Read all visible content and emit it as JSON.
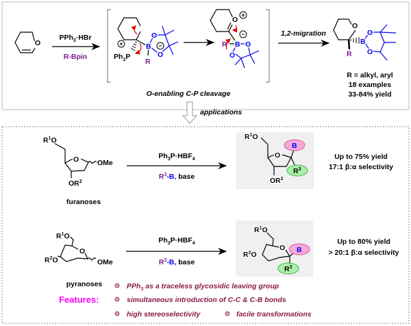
{
  "top": {
    "reagent1": {
      "pre": "PPh",
      "sub": "3",
      "post": "·HBr"
    },
    "reagent2": "R-Bpin",
    "o_label": "O",
    "b_label": "B",
    "r_label": "R",
    "ph3p": {
      "pre": "Ph",
      "sub": "3",
      "post": "P"
    },
    "plus": "+",
    "minus": "−",
    "migration": "1,2-migration",
    "cleavage": "O-enabling C-P cleavage",
    "scope": [
      "R = alkyl, aryl",
      "18 examples",
      "33-84% yield"
    ],
    "applications": "applications"
  },
  "rows": [
    {
      "substrate_name": "furanoses",
      "r1o": {
        "r": "R",
        "sup": "1",
        "o": "O"
      },
      "or2": {
        "o": "OR",
        "sup": "2"
      },
      "ome": "OMe",
      "reagent_top": {
        "pre": "Ph",
        "sub": "3",
        "mid": "P·HBF",
        "sub2": "4"
      },
      "reagent_bottom": {
        "r": "R",
        "sup": "3",
        "b": "-B,",
        "base": " base"
      },
      "yield": "Up to 75% yield",
      "selectivity": "17:1 β:α selectivity"
    },
    {
      "substrate_name": "pyranoses",
      "r1o": {
        "r": "R",
        "sup": "1",
        "o": "O"
      },
      "r2o": {
        "r": "R",
        "sup": "2",
        "o": "O"
      },
      "ome": "OMe",
      "reagent_top": {
        "pre": "Ph",
        "sub": "3",
        "mid": "P·HBF",
        "sub2": "4"
      },
      "reagent_bottom": {
        "r": "R",
        "sup": "3",
        "b": "-B,",
        "base": " base"
      },
      "yield": "Up to 80% yield",
      "selectivity": "> 20:1 β:α selectivity"
    }
  ],
  "features": {
    "title": "Features:",
    "items": [
      {
        "pre": "PPh",
        "sub": "3",
        "post": " as a traceless glycosidic leaving group"
      },
      {
        "text": "simultaneous introduction of C-C & C-B bonds"
      },
      {
        "text": "high stereoselectivity"
      },
      {
        "text": "facile transformations"
      }
    ]
  },
  "colors": {
    "boron": "#0000ee",
    "r_group": "#7a1a8c",
    "features_title": "#ff00ff",
    "features_text": "#8a1a4a",
    "b_ellipse": "#f7a8d8",
    "r3_ellipse": "#a8f0a8",
    "arrow_curved": "#e00000"
  }
}
